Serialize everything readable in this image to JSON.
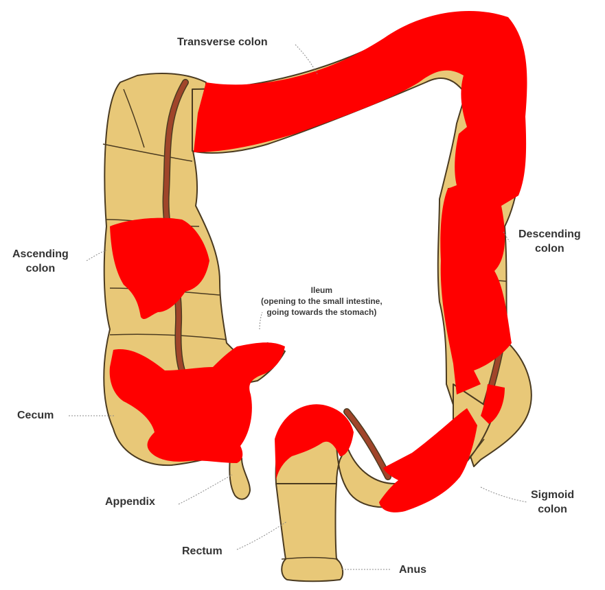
{
  "labels": {
    "transverse": "Transverse colon",
    "ascending": [
      "Ascending",
      "colon"
    ],
    "descending": [
      "Descending",
      "colon"
    ],
    "ileum": [
      "Ileum",
      "(opening to the small intestine,",
      "going towards the stomach)"
    ],
    "cecum": "Cecum",
    "appendix": "Appendix",
    "rectum": "Rectum",
    "anus": "Anus",
    "sigmoid": [
      "Sigmoid",
      "colon"
    ]
  },
  "colors": {
    "colon_fill": "#e8c878",
    "colon_outline": "#4a3a20",
    "artery": "#a0452a",
    "highlight": "#ff0000",
    "leader": "#888888",
    "text": "#333333"
  }
}
